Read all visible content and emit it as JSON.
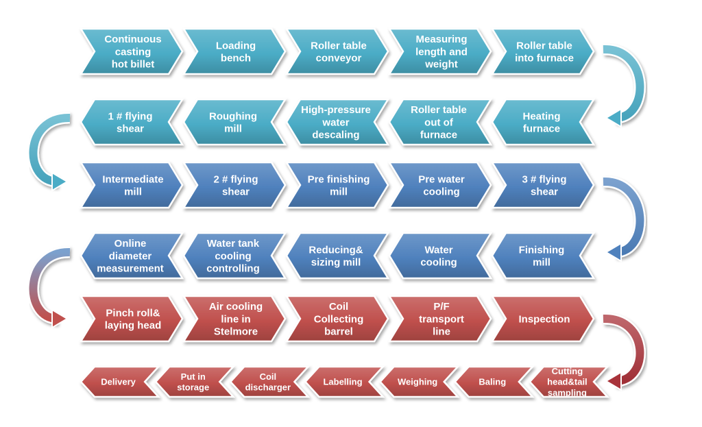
{
  "rows": [
    {
      "direction": "right",
      "color": "#4BACC6",
      "steps": [
        {
          "lines": [
            "Continuous",
            "casting",
            "hot billet"
          ]
        },
        {
          "lines": [
            "Loading",
            "bench"
          ]
        },
        {
          "lines": [
            "Roller table",
            "conveyor"
          ]
        },
        {
          "lines": [
            "Measuring",
            "length and",
            "weight"
          ]
        },
        {
          "lines": [
            "Roller table",
            "into furnace"
          ]
        }
      ]
    },
    {
      "direction": "left",
      "color": "#4BACC6",
      "steps": [
        {
          "lines": [
            "Heating",
            "furnace"
          ]
        },
        {
          "lines": [
            "Roller table",
            "out of",
            "furnace"
          ]
        },
        {
          "lines": [
            "High-pressure",
            "water",
            "descaling"
          ]
        },
        {
          "lines": [
            "Roughing",
            "mill"
          ]
        },
        {
          "lines": [
            "1 # flying",
            "shear"
          ]
        }
      ]
    },
    {
      "direction": "right",
      "color": "#4F81BD",
      "steps": [
        {
          "lines": [
            "Intermediate",
            "mill"
          ]
        },
        {
          "lines": [
            "2 # flying",
            "shear"
          ]
        },
        {
          "lines": [
            "Pre finishing",
            "mill"
          ]
        },
        {
          "lines": [
            "Pre water",
            "cooling"
          ]
        },
        {
          "lines": [
            "3 # flying",
            "shear"
          ]
        }
      ]
    },
    {
      "direction": "left",
      "color": "#4F81BD",
      "steps": [
        {
          "lines": [
            "Finishing",
            "mill"
          ]
        },
        {
          "lines": [
            "Water",
            "cooling"
          ]
        },
        {
          "lines": [
            "Reducing&",
            "sizing mill"
          ]
        },
        {
          "lines": [
            "Water tank",
            "cooling",
            "controlling"
          ]
        },
        {
          "lines": [
            "Online",
            "diameter",
            "measurement"
          ]
        }
      ]
    },
    {
      "direction": "right",
      "color": "#C0504D",
      "steps": [
        {
          "lines": [
            "Pinch roll&",
            "laying head"
          ]
        },
        {
          "lines": [
            "Air cooling",
            "line in",
            "Stelmore"
          ]
        },
        {
          "lines": [
            "Coil",
            "Collecting",
            "barrel"
          ]
        },
        {
          "lines": [
            "P/F",
            "transport",
            "line"
          ]
        },
        {
          "lines": [
            "Inspection"
          ]
        }
      ]
    },
    {
      "direction": "left",
      "color": "#C0504D",
      "steps": [
        {
          "lines": [
            "Cutting",
            "head&tail",
            "sampling"
          ]
        },
        {
          "lines": [
            "Baling"
          ]
        },
        {
          "lines": [
            "Weighing"
          ]
        },
        {
          "lines": [
            "Labelling"
          ]
        },
        {
          "lines": [
            "Coil",
            "discharger"
          ]
        },
        {
          "lines": [
            "Put in",
            "storage"
          ]
        },
        {
          "lines": [
            "Delivery"
          ]
        }
      ]
    }
  ],
  "connectors": [
    {
      "side": "right",
      "color": "#4BACC6"
    },
    {
      "side": "left",
      "color": "#4BACC6"
    },
    {
      "side": "right",
      "color": "#4F81BD"
    },
    {
      "side": "left",
      "color": "#4F81BD",
      "color_end": "#C0504D"
    },
    {
      "side": "right",
      "color": "#A8333A"
    }
  ]
}
